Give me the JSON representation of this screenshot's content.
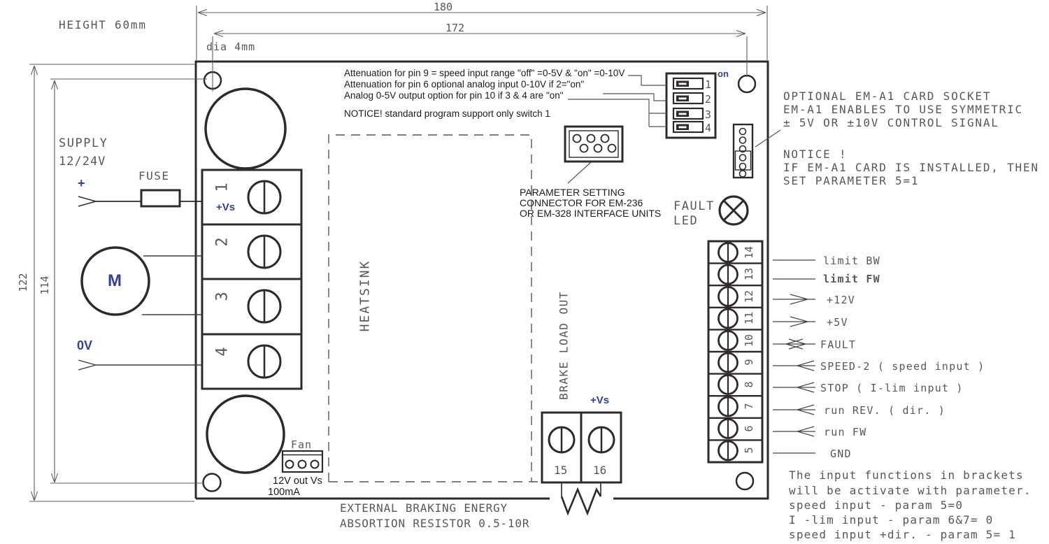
{
  "colors": {
    "accent_blue": "#31409b",
    "line_dark": "#2e292b",
    "line_gray": "#5d5d62",
    "text_gray": "#57575c",
    "text_black": "#1b1b20"
  },
  "dimensions": {
    "height_label": "HEIGHT 60mm",
    "width_outer": "180",
    "width_holes": "172",
    "hole_dia": "dia 4mm",
    "height_outer": "122",
    "height_holes": "114"
  },
  "supply": {
    "line1": "SUPPLY",
    "line2": "12/24V",
    "plus": "+",
    "fuse": "FUSE",
    "motor": "M",
    "zero_v": "0V"
  },
  "left_terminals": {
    "numbers": [
      "1",
      "2",
      "3",
      "4"
    ],
    "pin1_label": "+Vs"
  },
  "heatsink_label": "HEATSINK",
  "dip": {
    "on_label": "on",
    "numbers": [
      "1",
      "2",
      "3",
      "4"
    ],
    "note1": "Attenuation for pin 9 = speed input range  \"off\" =0-5V & \"on\" =0-10V",
    "note2": "Attenuation for pin 6  optional analog input 0-10V if  2=\"on\"",
    "note3": "Analog 0-5V output option for pin 10  if  3 & 4 are \"on\"",
    "notice": "NOTICE! standard program support only switch 1"
  },
  "param_connector": {
    "line1": "PARAMETER SETTING",
    "line2": "CONNECTOR FOR EM-236",
    "line3": "OR EM-328 INTERFACE UNITS"
  },
  "fault_led": {
    "line1": "FAULT",
    "line2": "LED"
  },
  "em_a1": {
    "line1": "OPTIONAL EM-A1 CARD SOCKET",
    "line2": "EM-A1 ENABLES TO USE SYMMETRIC",
    "line3": "± 5V OR ±10V CONTROL SIGNAL",
    "notice1": "NOTICE !",
    "notice2": "IF EM-A1 CARD IS INSTALLED, THEN",
    "notice3": "SET PARAMETER 5=1"
  },
  "right_terminals": {
    "pins": [
      {
        "num": "14",
        "label": "limit BW"
      },
      {
        "num": "13",
        "label": "limit FW"
      },
      {
        "num": "12",
        "label": "+12V"
      },
      {
        "num": "11",
        "label": "+5V"
      },
      {
        "num": "10",
        "label": "FAULT"
      },
      {
        "num": "9",
        "label": "SPEED-2  ( speed input )"
      },
      {
        "num": "8",
        "label": "STOP  ( I-lim input  )"
      },
      {
        "num": "7",
        "label": "run REV.  ( dir. )"
      },
      {
        "num": "6",
        "label": "run FW"
      },
      {
        "num": "5",
        "label": "GND"
      }
    ]
  },
  "fan": {
    "label": "Fan",
    "out1": "12V out Vs",
    "out2": "100mA"
  },
  "brake": {
    "vertical_label": "BRAKE LOAD OUT",
    "vs_label": "+Vs",
    "t15": "15",
    "t16": "16",
    "caption1": "EXTERNAL BRAKING ENERGY",
    "caption2": "ABSORTION RESISTOR  0.5-10R"
  },
  "footer_notes": {
    "l1": "The input functions in brackets",
    "l2": "will be activate with parameter.",
    "l3": "speed input - param 5=0",
    "l4": "I -lim input - param 6&7= 0",
    "l5": "speed input +dir. - param 5= 1"
  }
}
